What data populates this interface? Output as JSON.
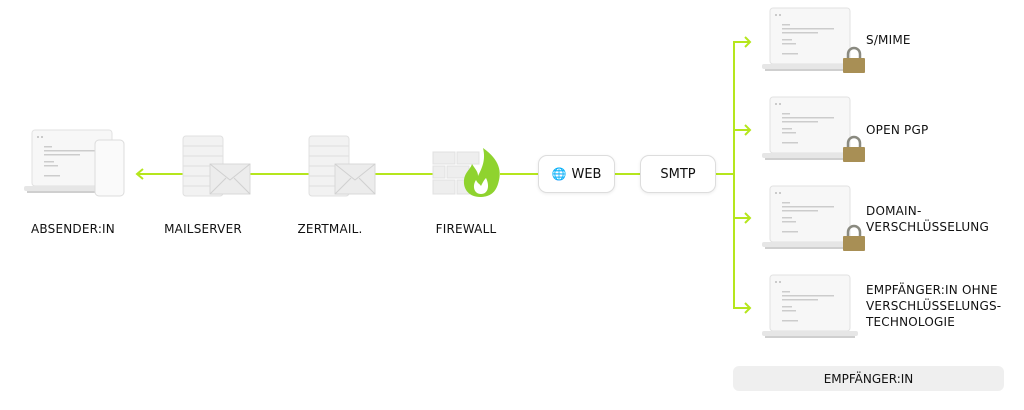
{
  "colors": {
    "accent": "#b5e61d",
    "lock": "#a88f55",
    "device": "#f3f3f3"
  },
  "flow": {
    "sender": "ABSENDER:IN",
    "mailserver": "MAILSERVER",
    "zertmail": "ZERTMAIL.",
    "firewall": "FIREWALL",
    "web": "WEB",
    "smtp": "SMTP"
  },
  "recipients": [
    {
      "label_lines": [
        "S/MIME"
      ],
      "locked": true
    },
    {
      "label_lines": [
        "OPEN PGP"
      ],
      "locked": true
    },
    {
      "label_lines": [
        "DOMAIN-",
        "VERSCHLÜSSELUNG"
      ],
      "locked": true
    },
    {
      "label_lines": [
        "EMPFÄNGER:IN OHNE",
        "VERSCHLÜSSELUNGS-",
        "TECHNOLOGIE"
      ],
      "locked": false
    }
  ],
  "recipients_label": "EMPFÄNGER:IN"
}
